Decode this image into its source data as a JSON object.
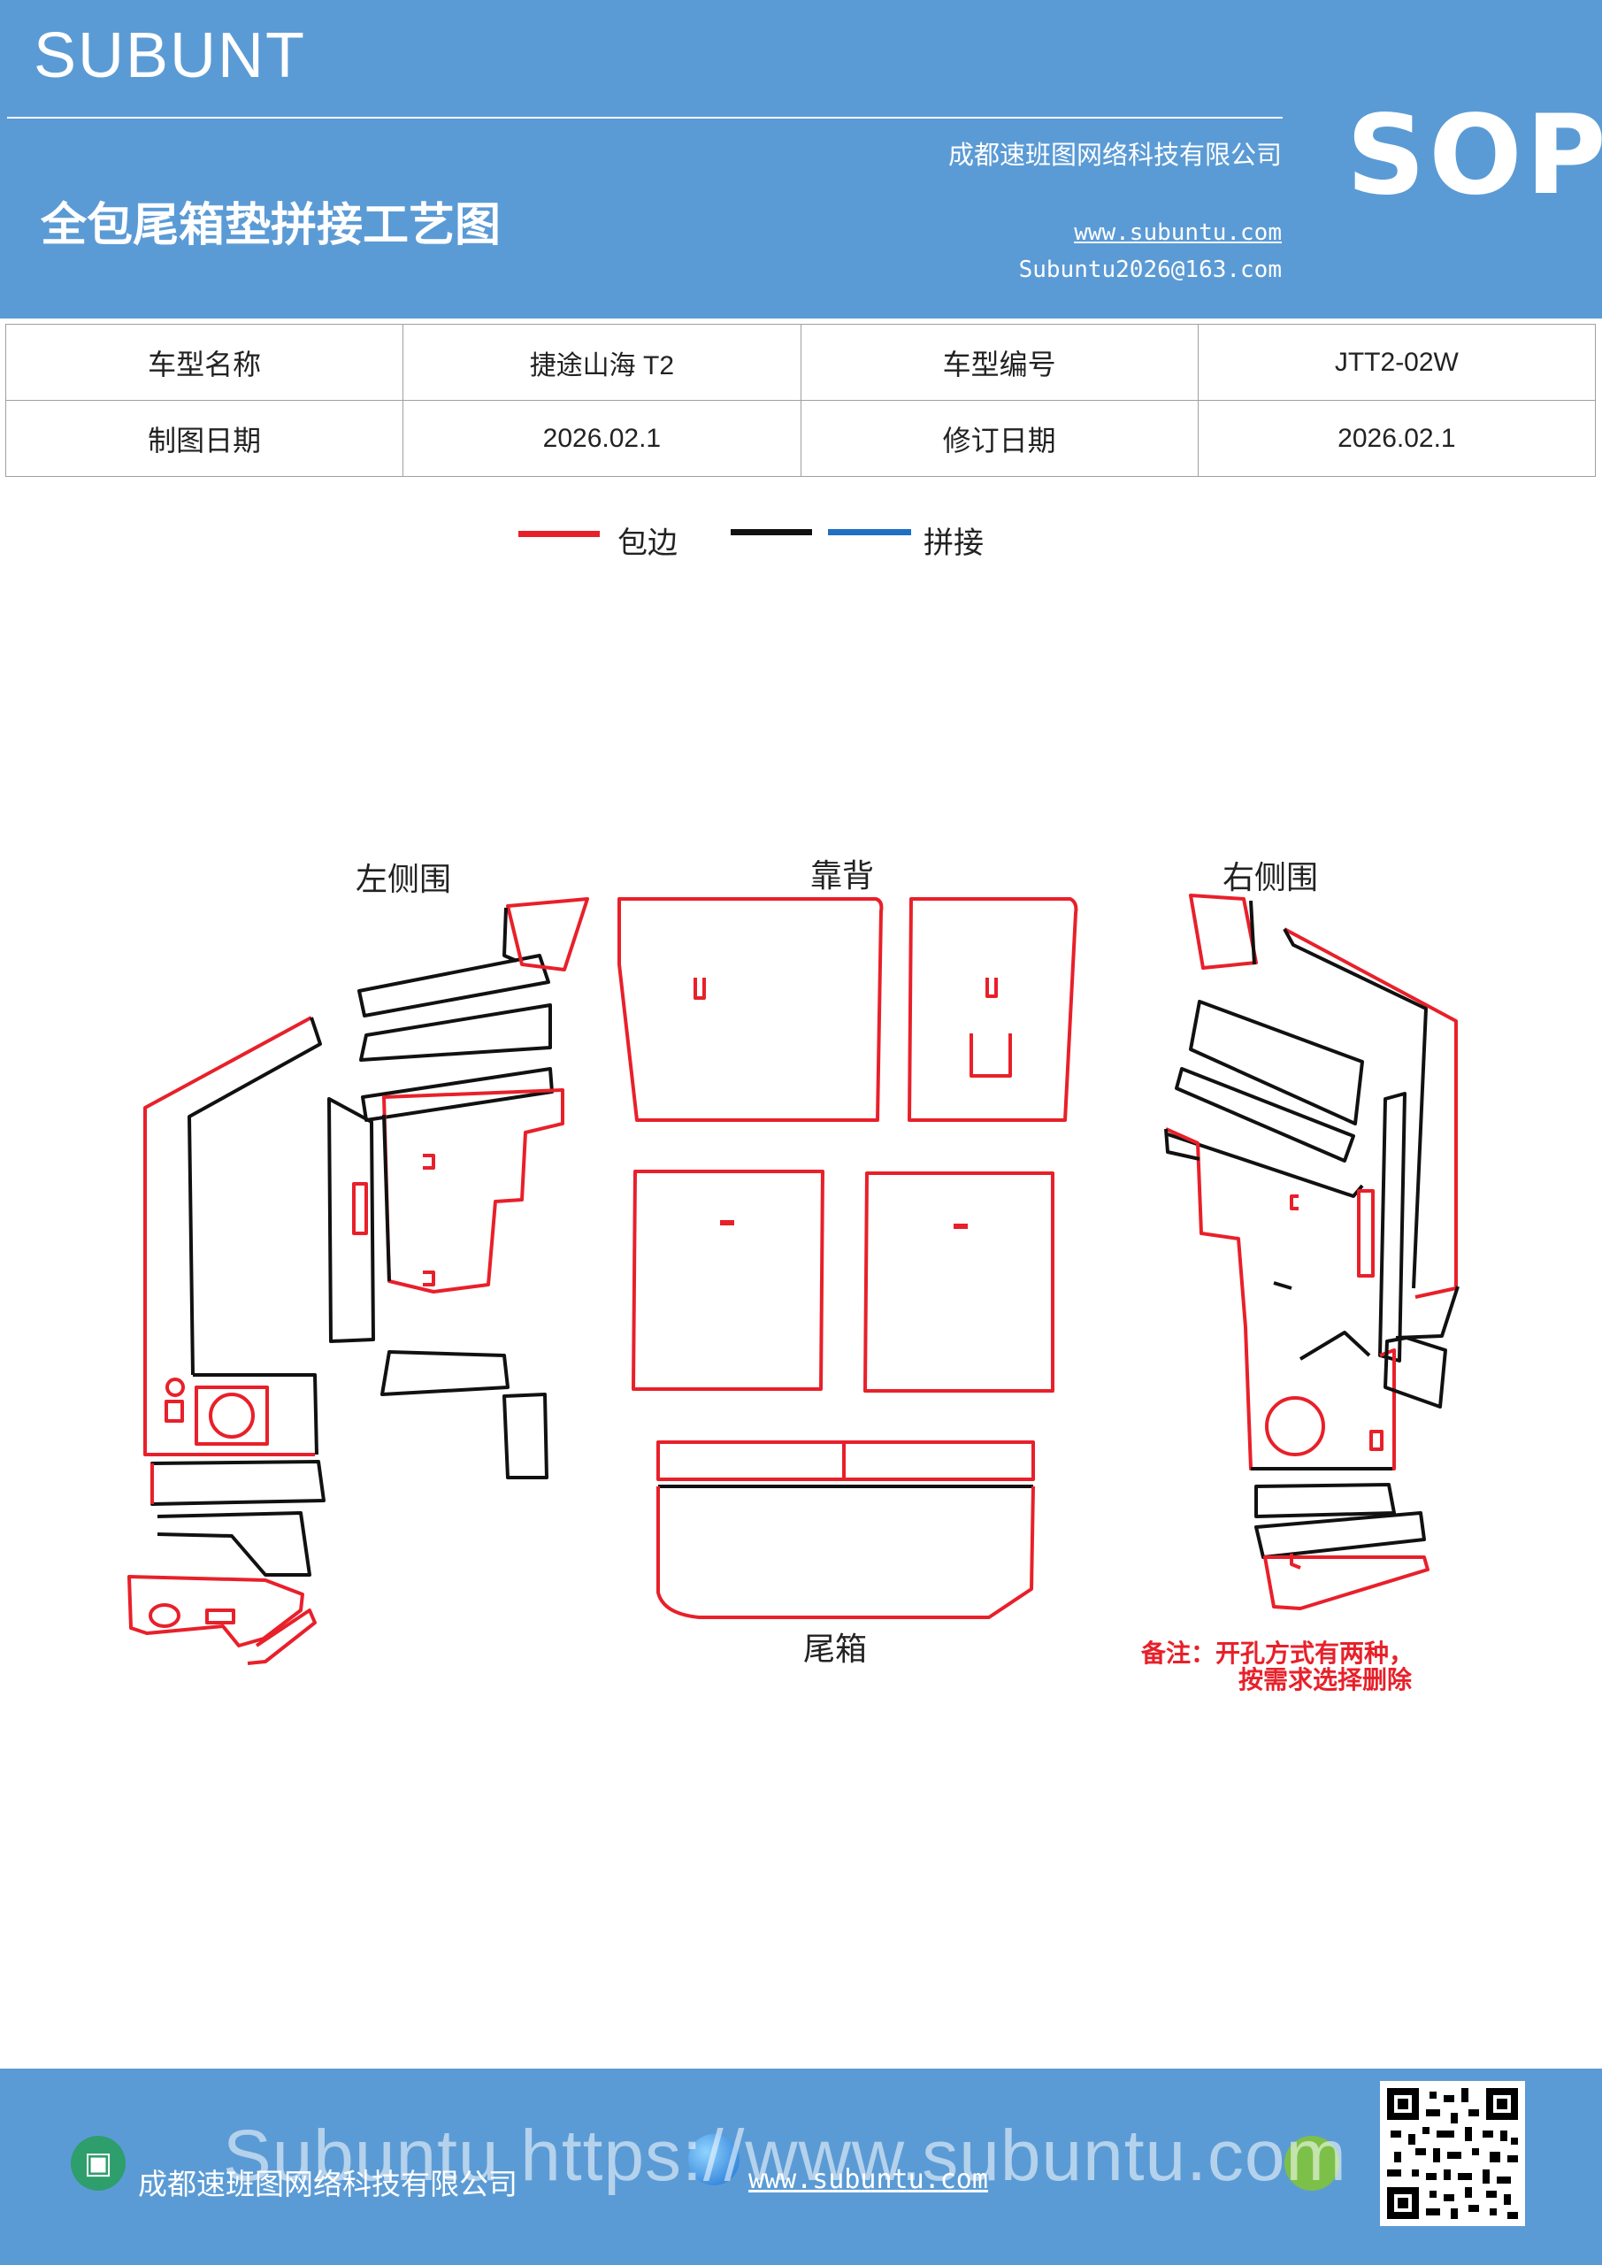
{
  "header": {
    "brand": "SUBUNT",
    "title": "全包尾箱垫拼接工艺图",
    "company": "成都速班图网络科技有限公司",
    "website": "www.subuntu.com",
    "email": "Subuntu2026@163.com",
    "badge": "SOP"
  },
  "info_table": {
    "rows": [
      [
        "车型名称",
        "捷途山海 T2",
        "车型编号",
        "JTT2-02W"
      ],
      [
        "制图日期",
        "2026.02.1",
        "修订日期",
        "2026.02.1"
      ]
    ]
  },
  "legend": {
    "items": [
      {
        "label": "包边",
        "color": "#e8202a"
      },
      {
        "label": "拼接",
        "colors": [
          "#111111",
          "#1f6fc5"
        ]
      }
    ]
  },
  "diagram": {
    "labels": {
      "left_side": "左侧围",
      "backrest": "靠背",
      "right_side": "右侧围",
      "trunk": "尾箱"
    },
    "note_line1": "备注：开孔方式有两种，",
    "note_line2": "按需求选择删除",
    "colors": {
      "edge": "#e8202a",
      "seam": "#111111"
    }
  },
  "footer": {
    "company": "成都速班图网络科技有限公司",
    "website": "www.subuntu.com",
    "overlay": "Subuntu https://www.subuntu.com"
  }
}
